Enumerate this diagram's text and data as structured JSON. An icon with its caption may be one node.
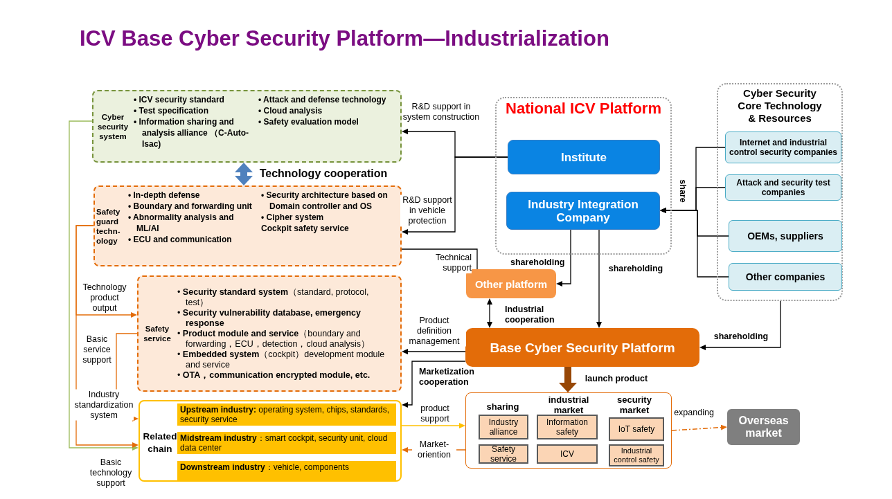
{
  "diagram": {
    "title": "ICV Base Cyber Security Platform—Industrialization",
    "nodes": [
      {
        "text": [
          "Cyber security system",
          "• ICV security standard",
          "• Test specification",
          "• Information sharing and analysis alliance （C-Auto-Isac)",
          "• Attack and defense technology",
          "• Cloud analysis",
          "• Safety evaluation model"
        ]
      },
      {
        "text": [
          "Safety guard techn-ology",
          "• In-depth defense",
          "• Boundary and forwarding unit",
          "• Abnormality analysis and ML/AI",
          "• ECU and communication",
          "• Security architecture based on Domain controller and OS",
          "• Cipher system",
          "Cockpit safety service"
        ]
      },
      {
        "text": [
          "Safety service",
          "• **Security standard system**（standard, protocol, test）",
          "• **Security vulnerability database, emergency response**",
          "• **Product module and service**（boundary and forwarding，ECU，detection，cloud analysis）",
          "• **Embedded system**（cockpit）development module and service",
          "• **OTA，communication encrypted module, etc.**"
        ]
      },
      {
        "text": [
          "Related chain"
        ]
      },
      {
        "text": [
          "**Upstream industry:** operating system, chips, standards, security service"
        ],
        "in": 3
      },
      {
        "text": [
          "**Midstream industry**：smart cockpit, security unit, cloud data center"
        ],
        "in": 3
      },
      {
        "text": [
          "**Downstream industry**：vehicle, components"
        ],
        "in": 3
      },
      {
        "text": [
          "National ICV Platform"
        ]
      },
      {
        "text": [
          "Institute"
        ],
        "in": 7
      },
      {
        "text": [
          "Industry Integration Company"
        ],
        "in": 7
      },
      {
        "text": [
          "Cyber Security Core Technology & Resources"
        ]
      },
      {
        "text": [
          "Internet and industrial control security companies"
        ],
        "in": 10
      },
      {
        "text": [
          "Attack and security test companies"
        ],
        "in": 10
      },
      {
        "text": [
          "OEMs, suppliers"
        ],
        "in": 10
      },
      {
        "text": [
          "Other companies"
        ],
        "in": 10
      },
      {
        "text": [
          "Other platform"
        ]
      },
      {
        "text": [
          "Base Cyber Security Platform"
        ]
      },
      {
        "text": [
          "sharing",
          "industrial market",
          "security market"
        ]
      },
      {
        "text": [
          "Industry alliance"
        ],
        "in": 17
      },
      {
        "text": [
          "Information safety"
        ],
        "in": 17
      },
      {
        "text": [
          "IoT safety"
        ],
        "in": 17
      },
      {
        "text": [
          "Safety service"
        ],
        "in": 17
      },
      {
        "text": [
          "ICV"
        ],
        "in": 17
      },
      {
        "text": [
          "Industrial control safety"
        ],
        "in": 17
      },
      {
        "text": [
          "Overseas market"
        ]
      }
    ],
    "edges": [
      {
        "from": 8,
        "to": 0,
        "arrow": "to",
        "label": "R&D support in system construction"
      },
      {
        "from": 8,
        "to": 1,
        "arrow": "to",
        "label": "R&D support in vehicle protection"
      },
      {
        "from": 1,
        "to": 15,
        "arrow": "none",
        "label": "Technical support"
      },
      {
        "from": 9,
        "to": 15,
        "arrow": "to",
        "label": "shareholding"
      },
      {
        "from": 9,
        "to": 16,
        "arrow": "to",
        "label": "shareholding"
      },
      {
        "from": 15,
        "to": 16,
        "arrow": "both",
        "label": "Industrial cooperation"
      },
      {
        "from": 16,
        "to": 2,
        "arrow": "to",
        "label": "Product definition management"
      },
      {
        "from": 16,
        "to": 3,
        "arrow": "to",
        "label": "Marketization cooperation"
      },
      {
        "from": 3,
        "to": 17,
        "arrow": "to",
        "label": "product support",
        "color": "#ffc000"
      },
      {
        "from": 17,
        "to": 3,
        "arrow": "to",
        "label": "Market-oriention",
        "color": "#e36c09"
      },
      {
        "from": 16,
        "to": 17,
        "arrow": "to",
        "label": "launch product",
        "style": "thick",
        "color": "#974706"
      },
      {
        "from": 17,
        "to": 24,
        "arrow": "to",
        "label": "expanding",
        "style": "dashed",
        "color": "#e36c09"
      },
      {
        "from": 11,
        "to": 9,
        "arrow": "to",
        "label": "share"
      },
      {
        "from": 12,
        "to": 9,
        "arrow": "to"
      },
      {
        "from": 13,
        "to": 9,
        "arrow": "to"
      },
      {
        "from": 14,
        "to": 9,
        "arrow": "to"
      },
      {
        "from": 10,
        "to": 16,
        "arrow": "to",
        "label": "shareholding"
      },
      {
        "from": 0,
        "to": 1,
        "arrow": "both",
        "label": "Technology cooperation",
        "style": "thick",
        "color": "#4f81bd"
      },
      {
        "from": 0,
        "to": 3,
        "arrow": "to",
        "label": "Basic technology support",
        "color": "#9bbb59"
      },
      {
        "from": 1,
        "to": 2,
        "arrow": "to",
        "label": "Technology product output",
        "color": "#e36c09"
      },
      {
        "from": 1,
        "to": 3,
        "arrow": "to",
        "label": "Industry standardization system",
        "color": "#e36c09"
      },
      {
        "from": 2,
        "to": 3,
        "arrow": "to",
        "label": "Basic service support",
        "color": "#e36c09"
      }
    ]
  }
}
